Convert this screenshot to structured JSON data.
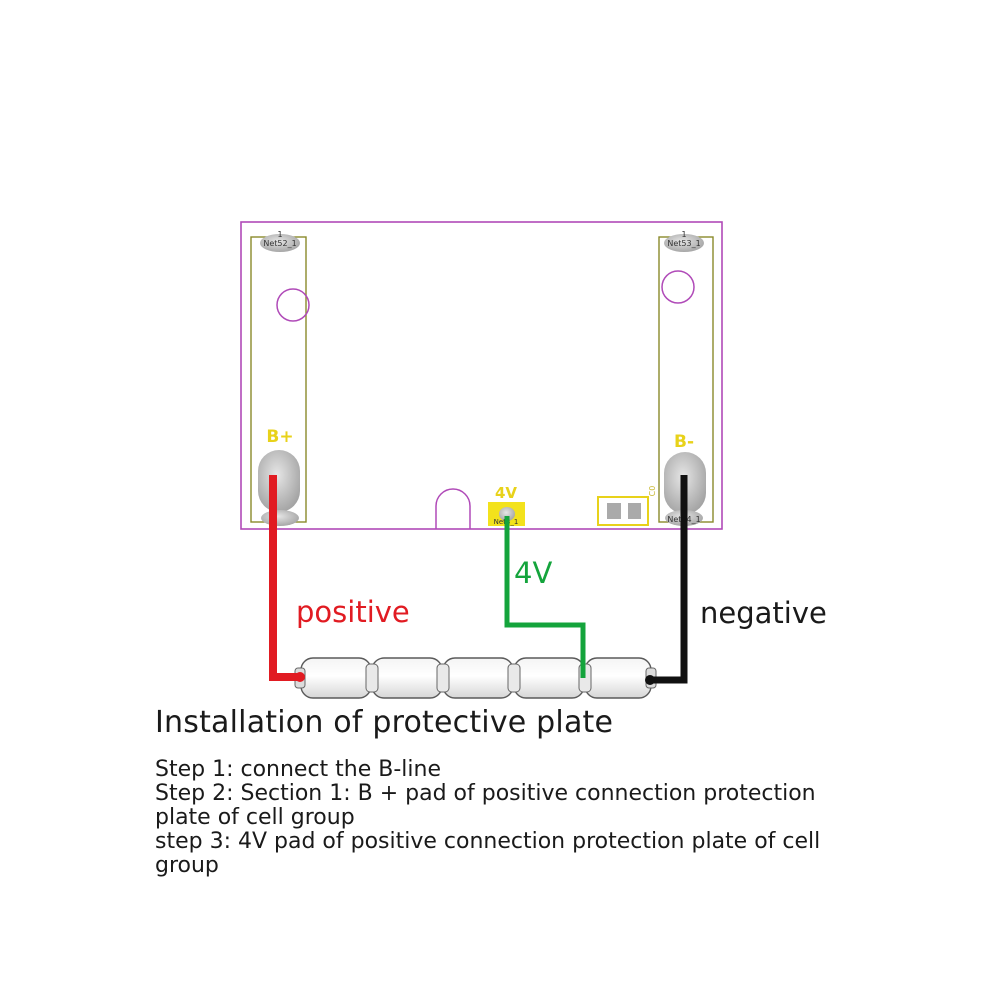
{
  "board": {
    "pad_bplus": "B+",
    "pad_bminus": "B-",
    "pad_4v": "4V",
    "net_top_left": "Net52_1",
    "net_top_right": "Net53_1",
    "pin_number": "1",
    "net_4v": "Net8_1",
    "net_bottom_right": "Net54_1",
    "small_marking": "C0"
  },
  "wires": {
    "positive": "positive",
    "four_v": "4V",
    "negative": "negative"
  },
  "colors": {
    "positive_wire": "#e11b22",
    "four_v_wire": "#14a43c",
    "negative_wire": "#111111",
    "board_outline": "#b04ab8",
    "pad_label": "#e8d21a",
    "strip_outline": "#8a8a2a"
  },
  "caption": {
    "title": "Installation of protective plate",
    "steps": [
      "Step 1: connect the B-line",
      "Step 2: Section 1: B + pad of positive connection protection",
      "plate of cell group",
      "step 3: 4V pad of positive connection protection plate of cell",
      "group"
    ]
  }
}
